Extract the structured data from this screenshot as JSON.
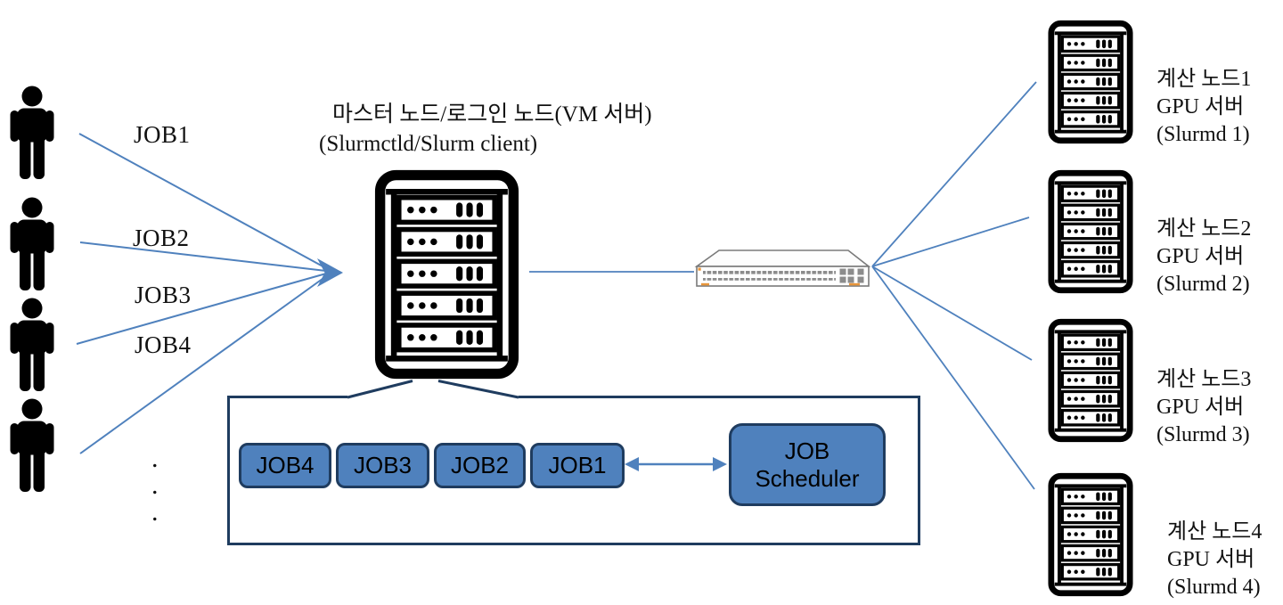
{
  "colors": {
    "line_blue": "#4f81bd",
    "navy": "#1f3c5f",
    "box_fill": "#4f81bd",
    "box_border": "#1f3c5f",
    "switch_gray": "#7a7a7a",
    "switch_port": "#8c8c8c",
    "switch_orange": "#e8953a",
    "icon_black": "#000000"
  },
  "users": {
    "job_labels": [
      "JOB1",
      "JOB2",
      "JOB3",
      "JOB4"
    ],
    "ellipsis": [
      ".",
      ".",
      "."
    ]
  },
  "master_node": {
    "title_line1": "마스터 노드/로그인 노드(VM 서버)",
    "title_line2": "(Slurmctld/Slurm client)"
  },
  "queue_panel": {
    "jobs": [
      "JOB4",
      "JOB3",
      "JOB2",
      "JOB1"
    ],
    "scheduler_line1": "JOB",
    "scheduler_line2": "Scheduler"
  },
  "compute_nodes": [
    {
      "name": "계산 노드1",
      "type": "GPU 서버",
      "daemon": "(Slurmd 1)"
    },
    {
      "name": "계산 노드2",
      "type": "GPU 서버",
      "daemon": "(Slurmd 2)"
    },
    {
      "name": "계산 노드3",
      "type": "GPU 서버",
      "daemon": "(Slurmd 3)"
    },
    {
      "name": "계산 노드4",
      "type": "GPU 서버",
      "daemon": "(Slurmd 4)"
    }
  ]
}
